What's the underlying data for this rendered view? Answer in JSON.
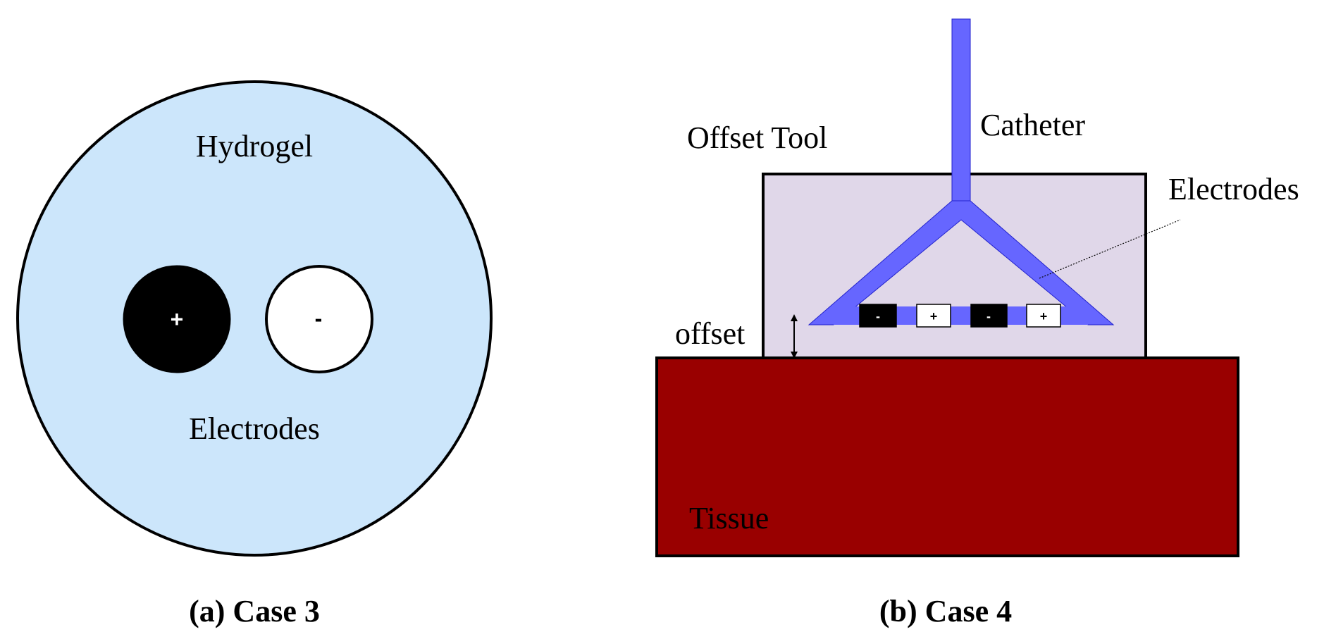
{
  "panel_a": {
    "region_label": "Hydrogel",
    "electrode_label": "Electrodes",
    "positive_symbol": "+",
    "negative_symbol": "-",
    "caption": "(a) Case 3",
    "colors": {
      "hydrogel": "#cce6fb",
      "positive": "#000000",
      "negative": "#ffffff"
    }
  },
  "panel_b": {
    "catheter_label": "Catheter",
    "offset_tool_label": "Offset Tool",
    "electrodes_label": "Electrodes",
    "offset_label": "offset",
    "tissue_label": "Tissue",
    "electrode_symbols": [
      "-",
      "+",
      "-",
      "+"
    ],
    "caption": "(b) Case 4",
    "colors": {
      "catheter": "#6666ff",
      "offset_tool": "#e0d7e9",
      "tissue": "#990000"
    }
  }
}
